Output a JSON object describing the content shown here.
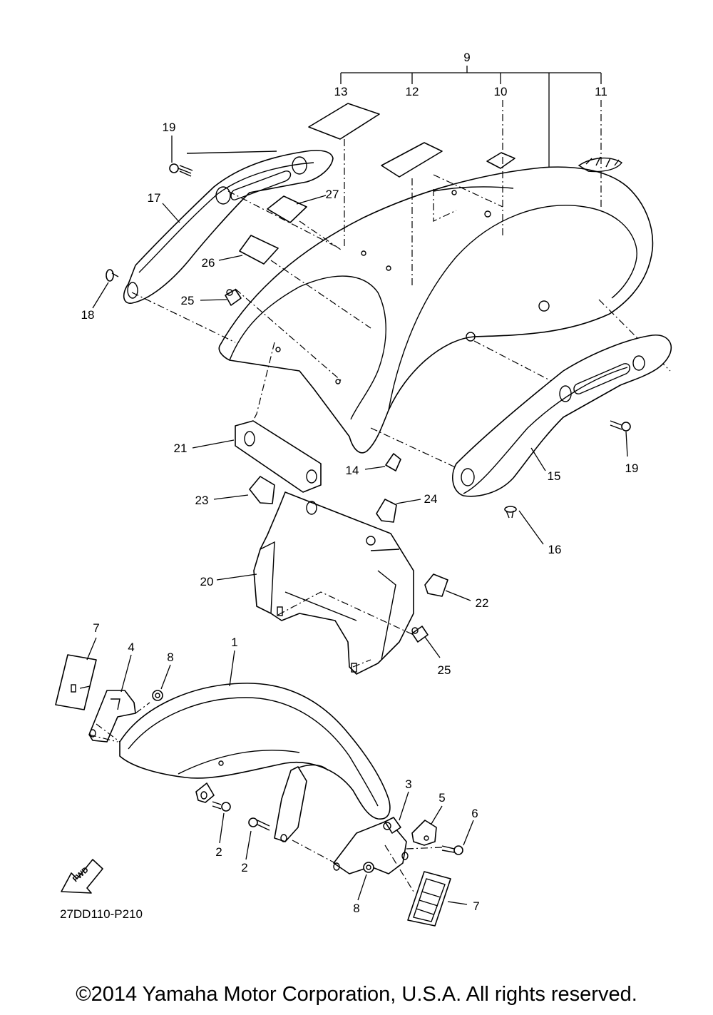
{
  "diagram": {
    "drawing_code": "27DD110-P210",
    "fwd_label": "FWD",
    "callouts": [
      "9",
      "13",
      "12",
      "10",
      "11",
      "19",
      "17",
      "27",
      "26",
      "18",
      "25",
      "21",
      "14",
      "15",
      "19",
      "23",
      "24",
      "16",
      "20",
      "22",
      "7",
      "4",
      "8",
      "1",
      "25",
      "3",
      "5",
      "6",
      "2",
      "2",
      "8",
      "7"
    ]
  },
  "footer": {
    "copyright": "©2014 Yamaha Motor Corporation, U.S.A. All rights reserved."
  }
}
